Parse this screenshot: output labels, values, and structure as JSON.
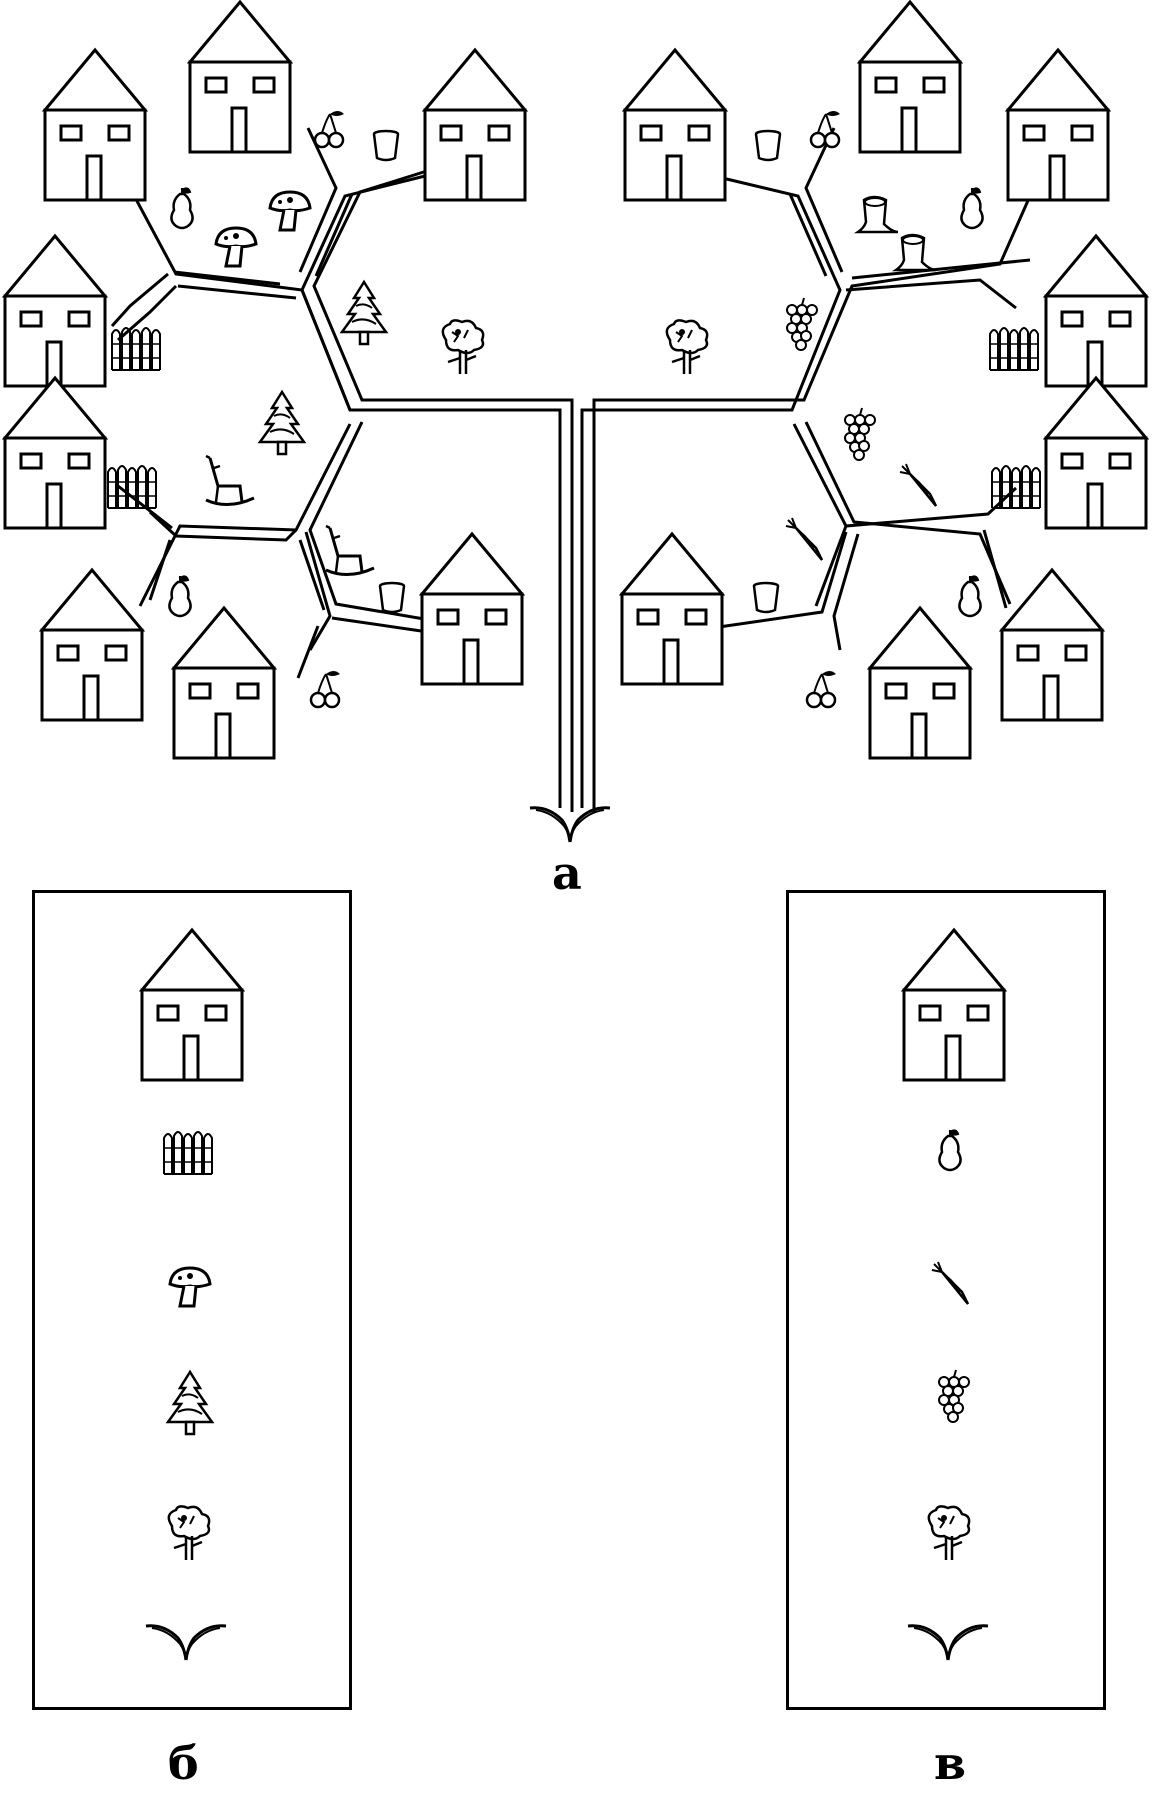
{
  "labels": {
    "a": "а",
    "b": "б",
    "v": "в"
  },
  "colors": {
    "ink": "#000000",
    "paper": "#ffffff"
  },
  "icons": {
    "house": "house-icon",
    "fence": "fence-icon",
    "mushroom": "mushroom-icon",
    "fir": "fir-tree-icon",
    "tree": "deciduous-tree-icon",
    "sprout": "sprout-icon",
    "pear": "pear-icon",
    "carrot": "carrot-icon",
    "grapes": "grapes-icon",
    "cherry": "cherry-icon",
    "cup": "cup-icon",
    "chair": "rocking-chair-icon",
    "stump": "stump-icon"
  },
  "panel_b_sequence": [
    "house",
    "fence",
    "mushroom",
    "fir",
    "tree",
    "sprout"
  ],
  "panel_v_sequence": [
    "house",
    "pear",
    "carrot",
    "grapes",
    "tree",
    "sprout"
  ]
}
